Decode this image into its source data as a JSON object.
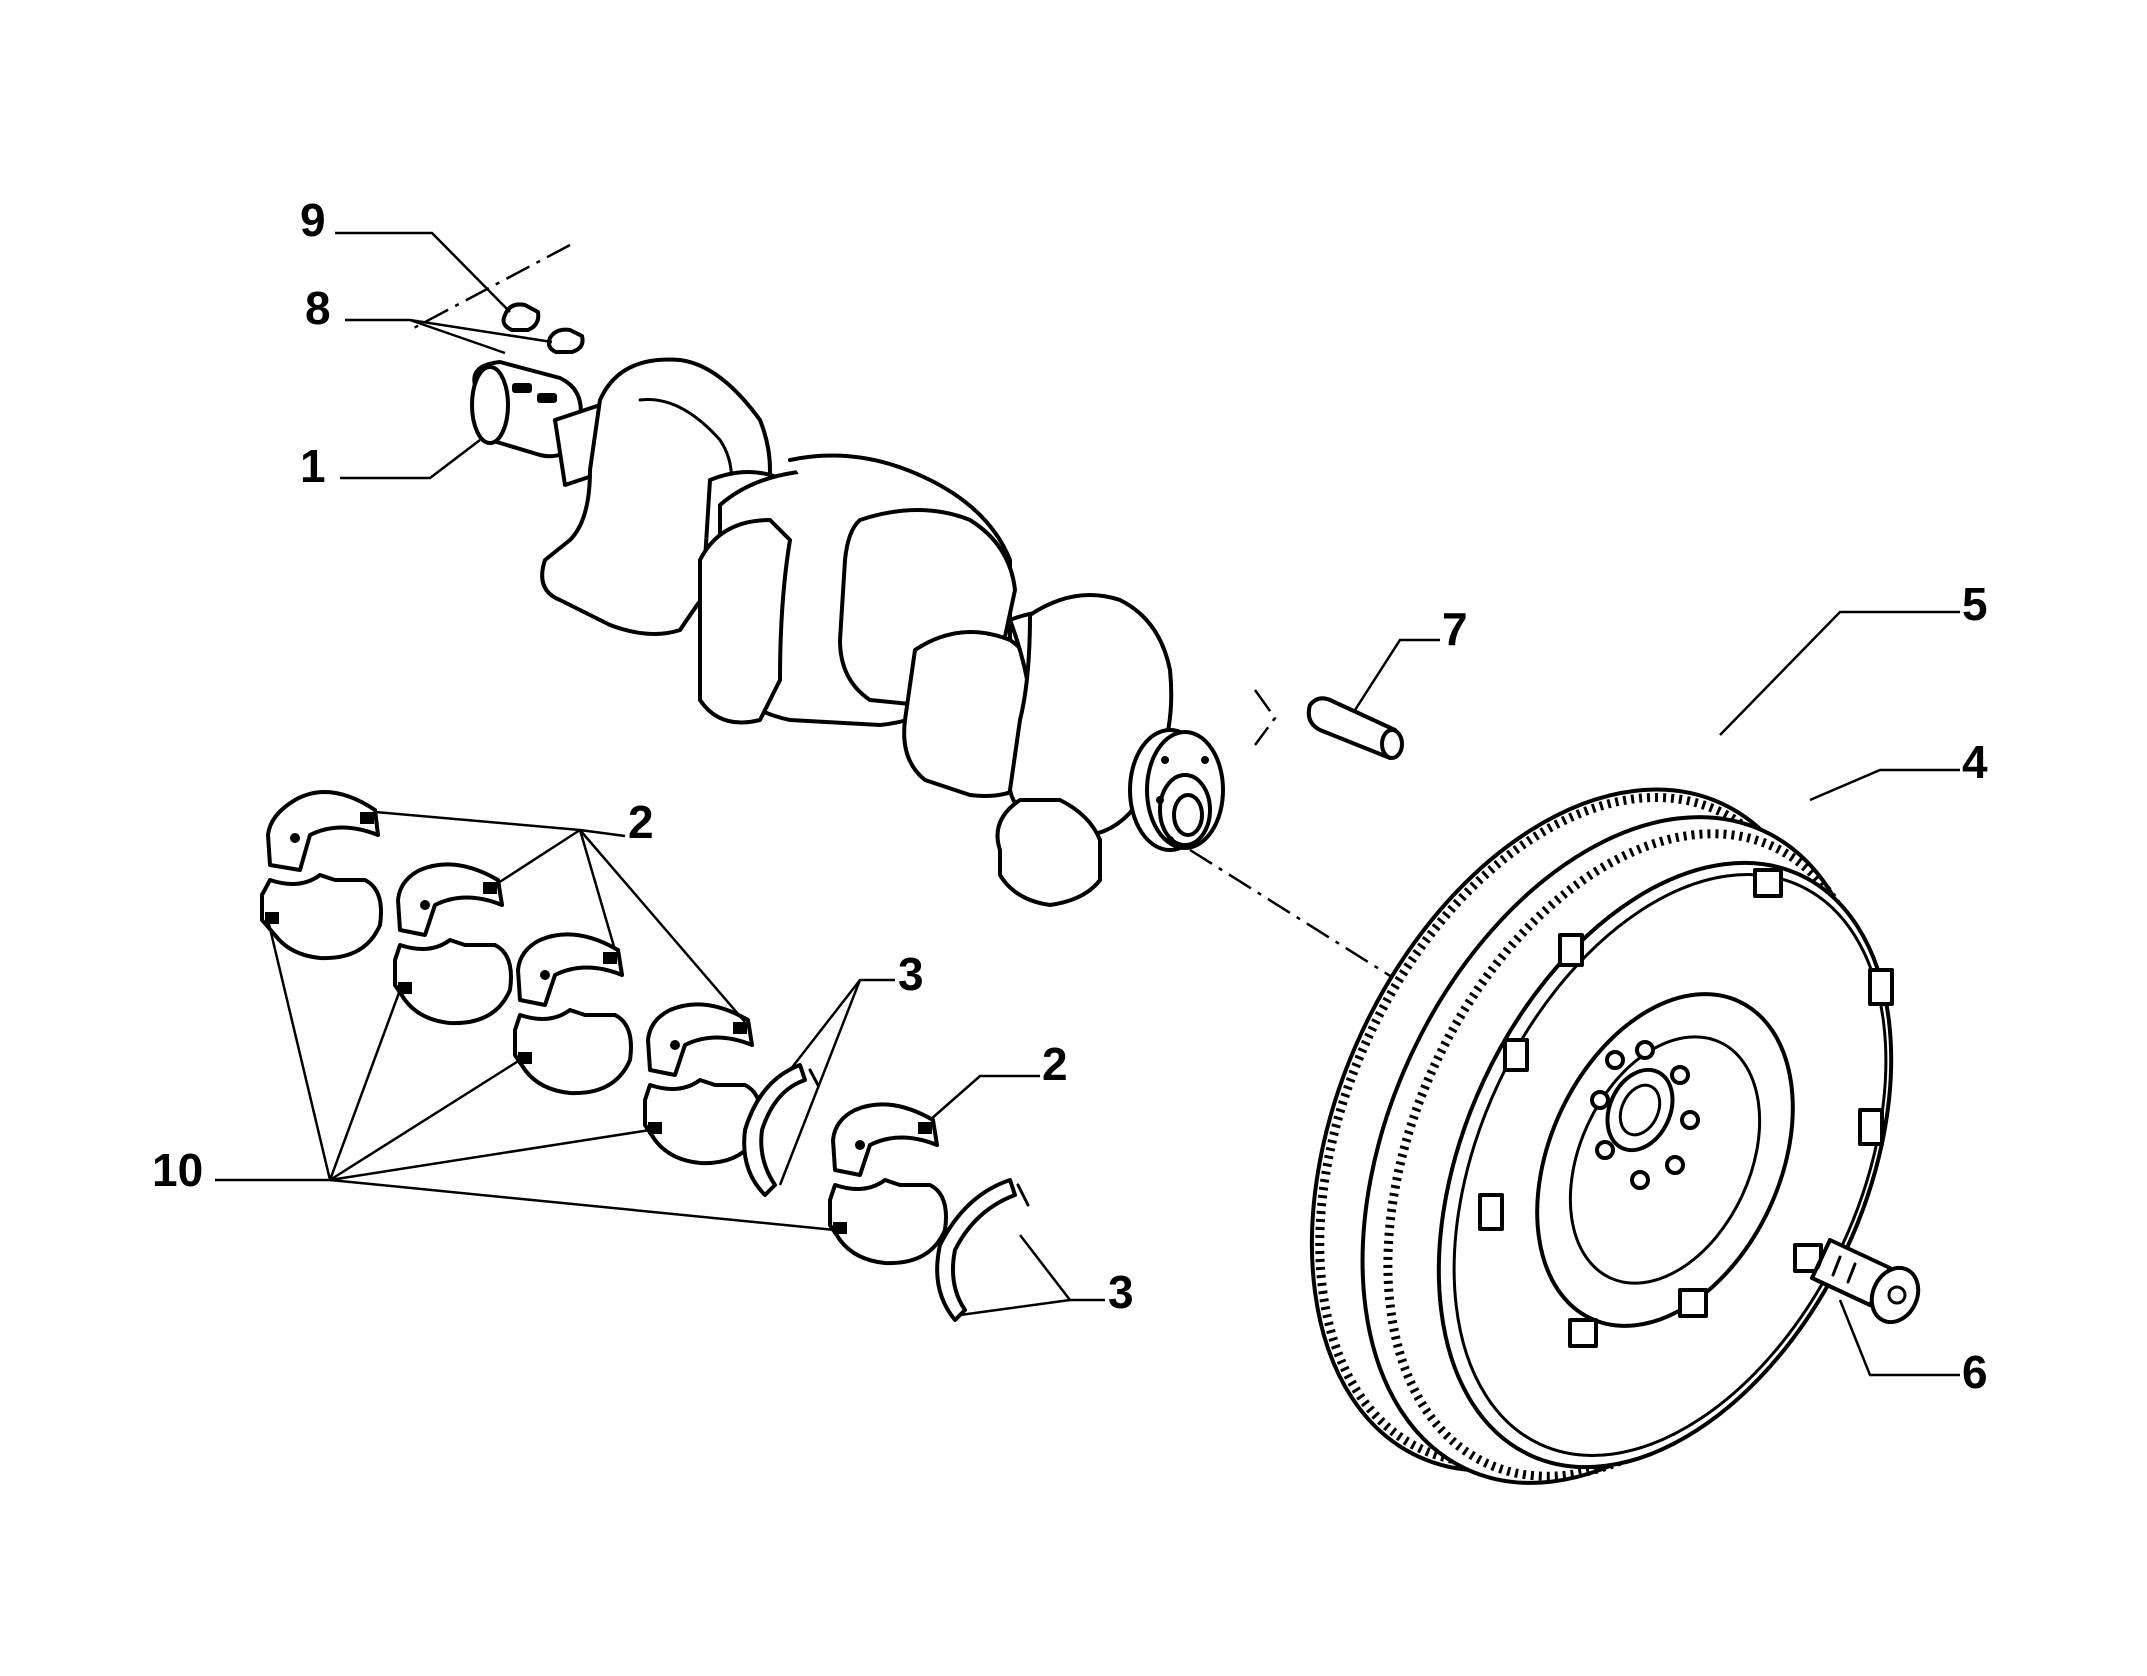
{
  "callouts": {
    "c1": "1",
    "c2a": "2",
    "c2b": "2",
    "c3a": "3",
    "c3b": "3",
    "c4": "4",
    "c5": "5",
    "c6": "6",
    "c7": "7",
    "c8": "8",
    "c9": "9",
    "c10": "10"
  },
  "colors": {
    "line": "#000000",
    "background": "#ffffff"
  }
}
